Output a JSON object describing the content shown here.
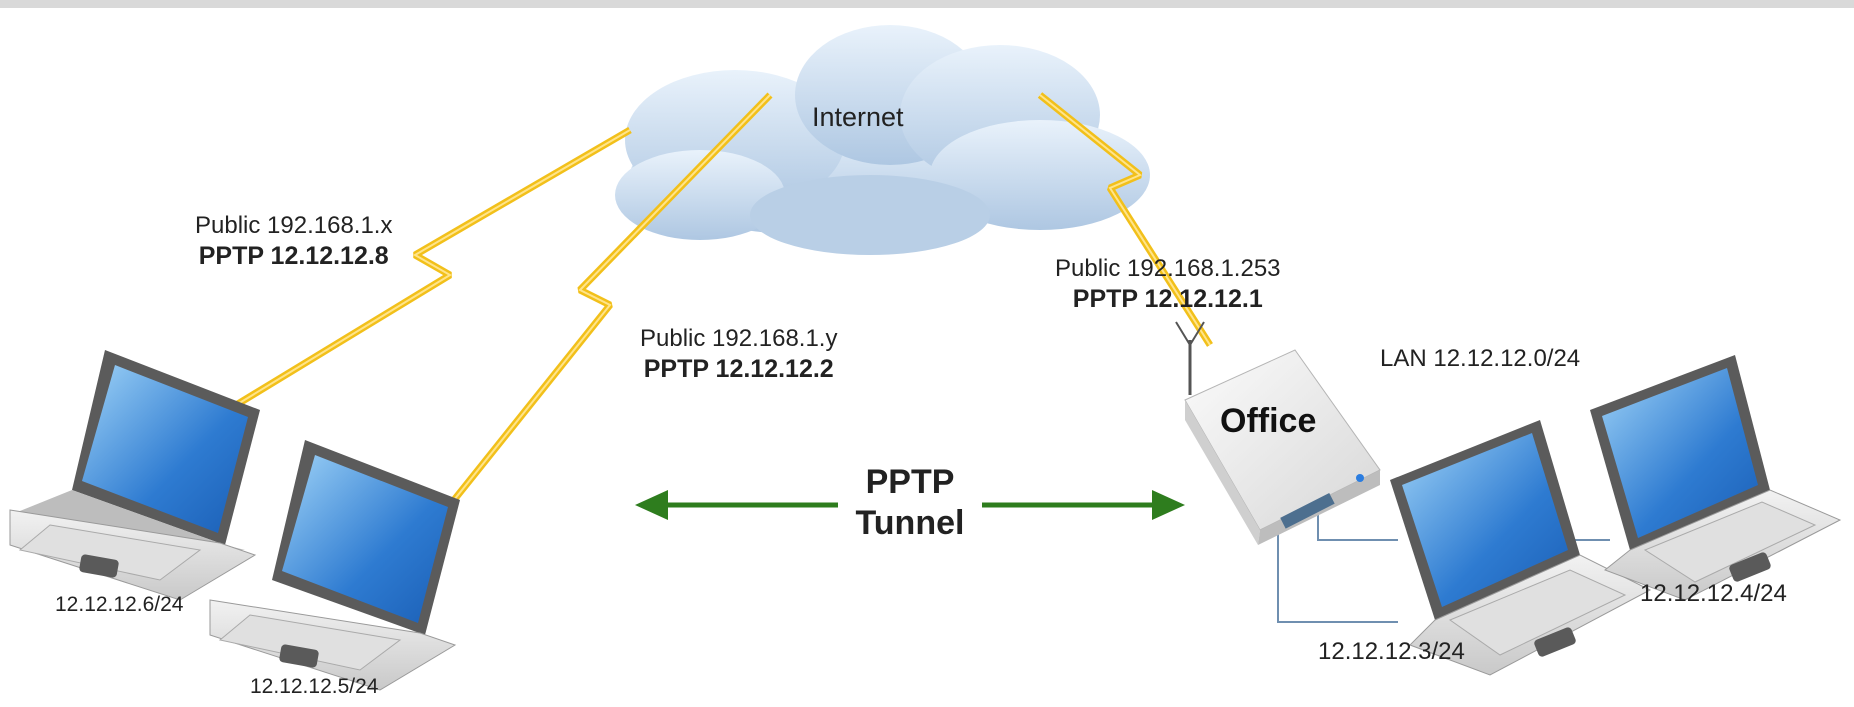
{
  "cloud": {
    "label": "Internet"
  },
  "client1": {
    "public": "Public 192.168.1.x",
    "pptp": "PPTP 12.12.12.8",
    "lan_ip": "12.12.12.6/24"
  },
  "client2": {
    "public": "Public 192.168.1.y",
    "pptp": "PPTP 12.12.12.2",
    "lan_ip": "12.12.12.5/24"
  },
  "router": {
    "public": "Public 192.168.1.253",
    "pptp": "PPTP 12.12.12.1",
    "name": "Office",
    "lan": "LAN 12.12.12.0/24"
  },
  "lan_host1": {
    "ip": "12.12.12.3/24"
  },
  "lan_host2": {
    "ip": "12.12.12.4/24"
  },
  "tunnel": {
    "line1": "PPTP",
    "line2": "Tunnel"
  },
  "colors": {
    "tunnel_arrow": "#2e7d1e",
    "link": "#f2c01a",
    "lan_cable": "#6f8fb0",
    "cloud": "#cfe0f1"
  }
}
